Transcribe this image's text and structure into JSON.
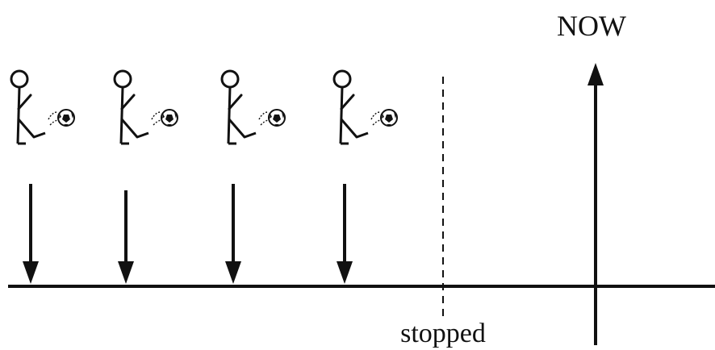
{
  "labels": {
    "now": "NOW",
    "stopped": "stopped"
  },
  "figures": [
    {
      "name": "kicking-figure-1"
    },
    {
      "name": "kicking-figure-2"
    },
    {
      "name": "kicking-figure-3"
    },
    {
      "name": "kicking-figure-4"
    }
  ],
  "colors": {
    "ink": "#111111",
    "background": "#ffffff"
  }
}
